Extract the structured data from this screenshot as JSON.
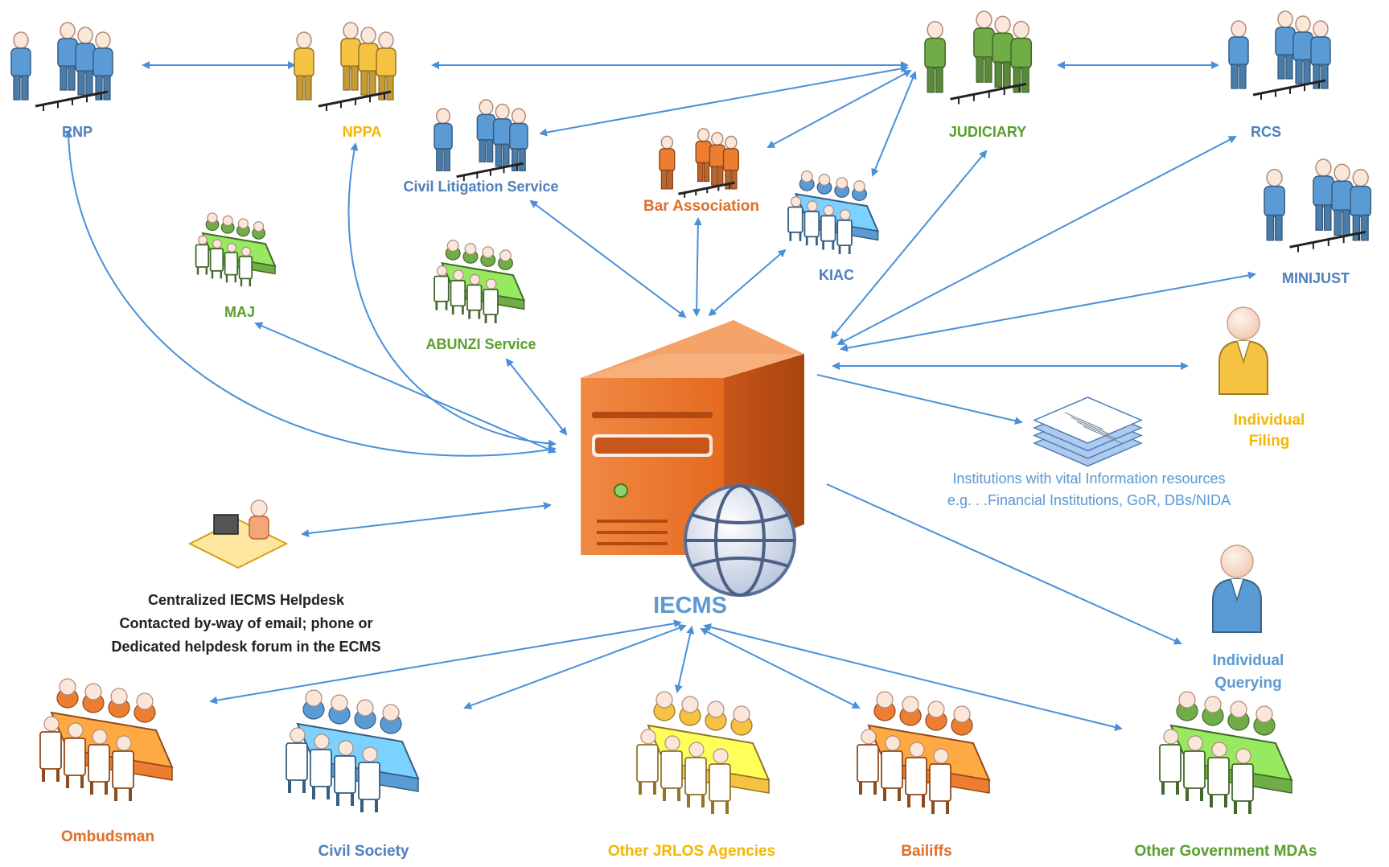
{
  "center": {
    "label": "IECMS",
    "color": "#5b9bd5"
  },
  "colors": {
    "blue": "#5b9bd5",
    "yellow": "#f5c242",
    "green": "#70ad47",
    "orange": "#ed7d31",
    "arrow": "#4a90d9",
    "server": "#e8702a"
  },
  "nodes": {
    "rnp": {
      "label": "RNP",
      "icon": "people-group-icon"
    },
    "nppa": {
      "label": "NPPA",
      "icon": "people-group-icon"
    },
    "judiciary": {
      "label": "JUDICIARY",
      "icon": "people-group-icon"
    },
    "rcs": {
      "label": "RCS",
      "icon": "people-group-icon"
    },
    "minijust": {
      "label": "MINIJUST",
      "icon": "people-group-icon"
    },
    "civil_litigation": {
      "label": "Civil Litigation Service",
      "icon": "people-group-icon"
    },
    "bar_association": {
      "label": "Bar Association",
      "icon": "people-group-icon"
    },
    "kiac": {
      "label": "KIAC",
      "icon": "meeting-table-icon"
    },
    "maj": {
      "label": "MAJ",
      "icon": "meeting-table-icon"
    },
    "abunzi": {
      "label": "ABUNZI Service",
      "icon": "meeting-table-icon"
    },
    "individual_filing": {
      "label_line1": "Individual",
      "label_line2": "Filing",
      "icon": "person-icon"
    },
    "institutions": {
      "label_line1": "Institutions with vital Information resources",
      "label_line2": "e.g. . .Financial Institutions, GoR, DBs/NIDA",
      "icon": "document-stack-icon"
    },
    "helpdesk": {
      "line1": "Centralized IECMS Helpdesk",
      "line2": "Contacted by-way of email; phone or",
      "line3": "Dedicated helpdesk forum in the ECMS",
      "icon": "helpdesk-operator-icon"
    },
    "individual_querying": {
      "label_line1": "Individual",
      "label_line2": "Querying",
      "icon": "person-icon"
    },
    "ombudsman": {
      "label": "Ombudsman",
      "icon": "meeting-table-icon"
    },
    "civil_society": {
      "label": "Civil Society",
      "icon": "meeting-table-icon"
    },
    "other_jrlos": {
      "label": "Other JRLOS Agencies",
      "icon": "meeting-table-icon"
    },
    "bailiffs": {
      "label": "Bailiffs",
      "icon": "meeting-table-icon"
    },
    "other_gov": {
      "label": "Other Government MDAs",
      "icon": "meeting-table-icon"
    }
  }
}
